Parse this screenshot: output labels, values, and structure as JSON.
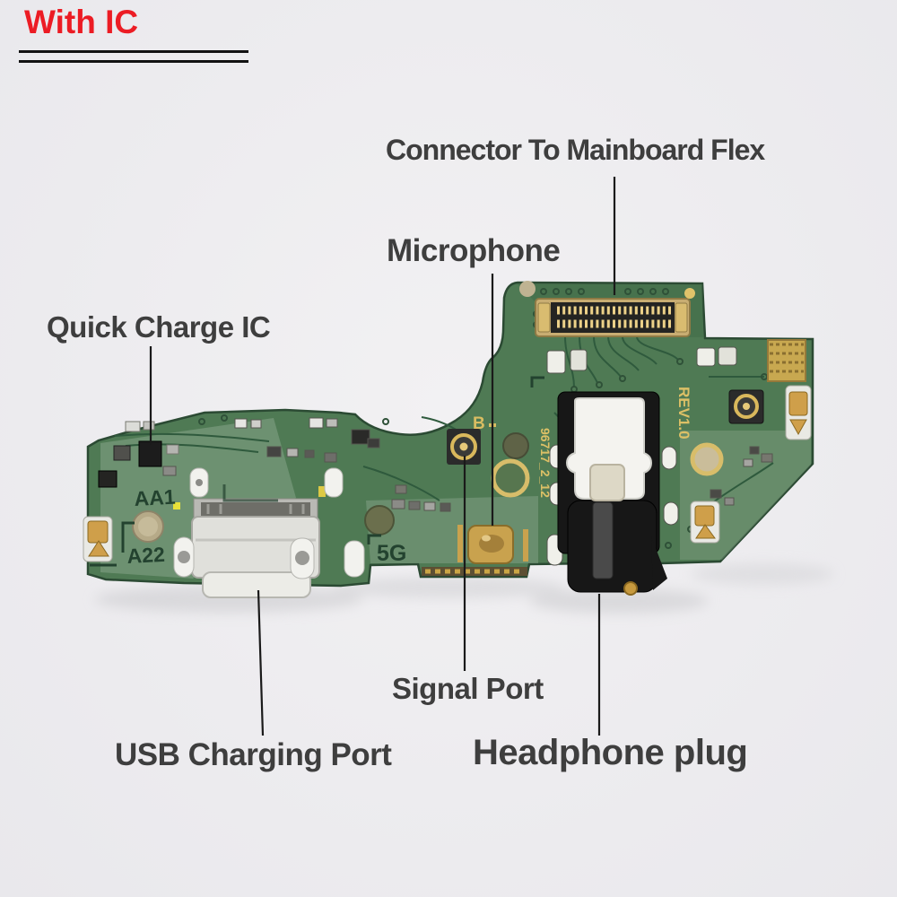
{
  "header": {
    "badge": "With IC"
  },
  "annotations": {
    "connector_flex": "Connector To Mainboard Flex",
    "microphone": "Microphone",
    "quick_charge_ic": "Quick Charge IC",
    "signal_port": "Signal Port",
    "usb_charging_port": "USB Charging Port",
    "headphone_plug": "Headphone plug"
  },
  "silkscreen": {
    "aa1": "AA1",
    "a22": "A22",
    "band": "5G",
    "revision": "REV1.0",
    "serial": "96717_2_12",
    "b_mark": "B"
  },
  "colors": {
    "badge_red": "#ec1c24",
    "label_gray": "#3e3e3e",
    "background": "#edecef",
    "pcb_green": "#4f7a54",
    "pcb_light_zone": "#8ba78d",
    "silkscreen_dark_green": "#23422f",
    "silkscreen_gold": "#dcc066",
    "connector_tan": "#c8ad72",
    "jack_black": "#171717",
    "usb_silver": "#e0e0db",
    "pointer_line": "#1a1a1a"
  }
}
